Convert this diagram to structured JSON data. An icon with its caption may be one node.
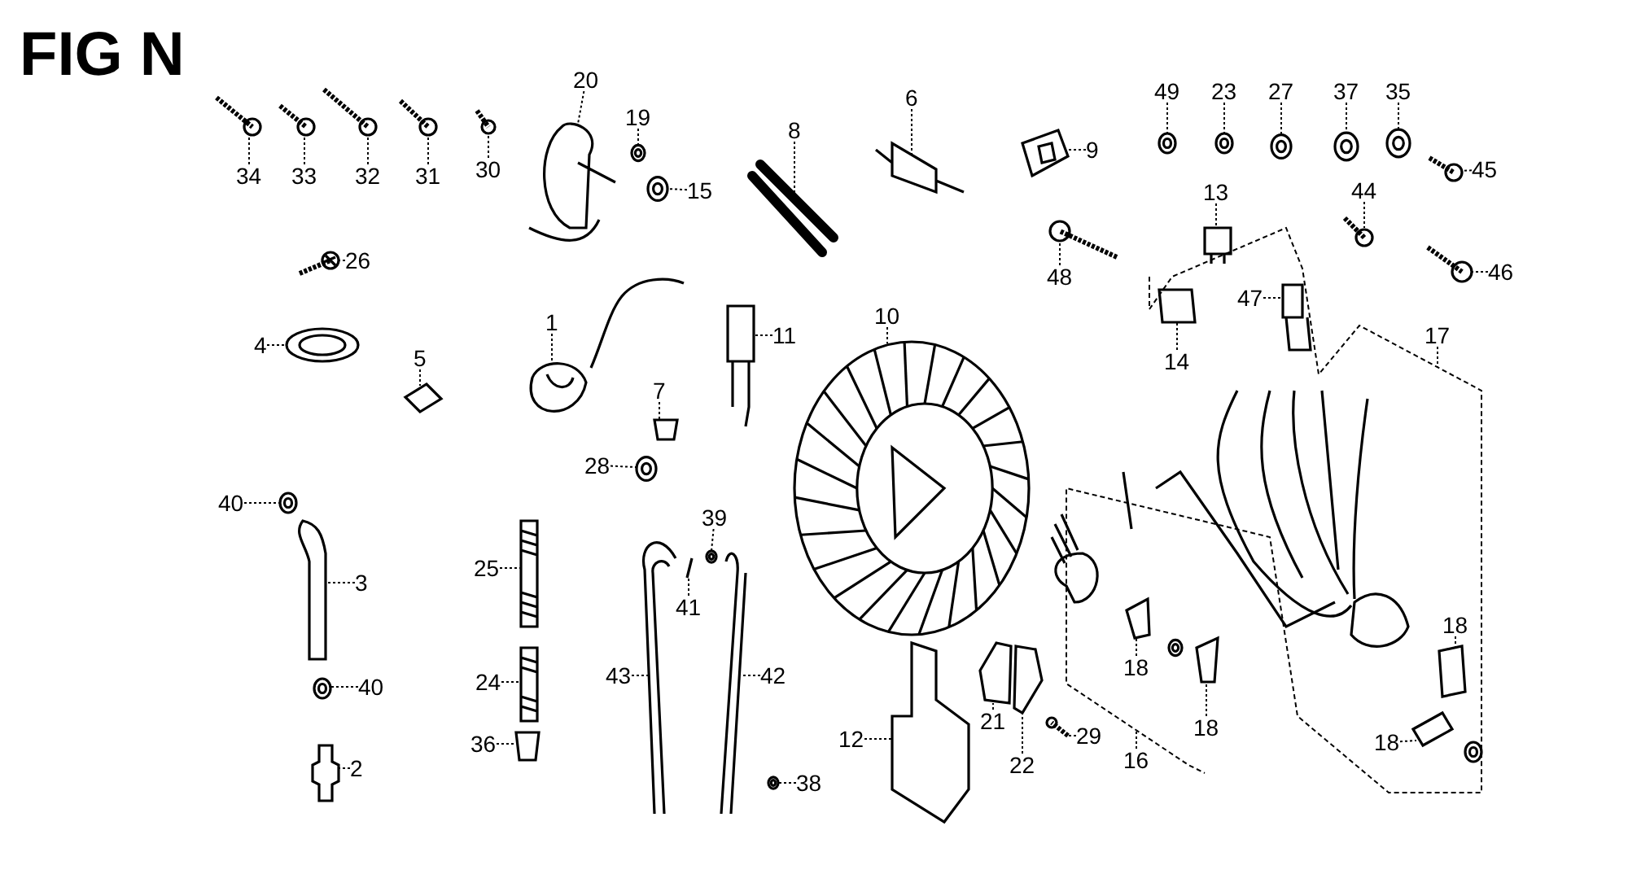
{
  "diagram": {
    "title": "FIG N",
    "nodes": [
      {
        "text": [
          "34"
        ]
      },
      {
        "text": [
          "33"
        ]
      },
      {
        "text": [
          "32"
        ]
      },
      {
        "text": [
          "31"
        ]
      },
      {
        "text": [
          "30"
        ]
      },
      {
        "text": [
          "20"
        ]
      },
      {
        "text": [
          "19"
        ]
      },
      {
        "text": [
          "15"
        ]
      },
      {
        "text": [
          "8"
        ]
      },
      {
        "text": [
          "6"
        ]
      },
      {
        "text": [
          "9"
        ]
      },
      {
        "text": [
          "49"
        ]
      },
      {
        "text": [
          "23"
        ]
      },
      {
        "text": [
          "27"
        ]
      },
      {
        "text": [
          "37"
        ]
      },
      {
        "text": [
          "35"
        ]
      },
      {
        "text": [
          "45"
        ]
      },
      {
        "text": [
          "13"
        ]
      },
      {
        "text": [
          "44"
        ]
      },
      {
        "text": [
          "48"
        ]
      },
      {
        "text": [
          "46"
        ]
      },
      {
        "text": [
          "26"
        ]
      },
      {
        "text": [
          "4"
        ]
      },
      {
        "text": [
          "5"
        ]
      },
      {
        "text": [
          "1"
        ]
      },
      {
        "text": [
          "11"
        ]
      },
      {
        "text": [
          "10"
        ]
      },
      {
        "text": [
          "47"
        ]
      },
      {
        "text": [
          "14"
        ]
      },
      {
        "text": [
          "17"
        ]
      },
      {
        "text": [
          "7"
        ]
      },
      {
        "text": [
          "28"
        ]
      },
      {
        "text": [
          "40"
        ]
      },
      {
        "text": [
          "3"
        ]
      },
      {
        "text": [
          "25"
        ]
      },
      {
        "text": [
          "39"
        ]
      },
      {
        "text": [
          "41"
        ]
      },
      {
        "text": [
          "43"
        ]
      },
      {
        "text": [
          "42"
        ]
      },
      {
        "text": [
          "40"
        ]
      },
      {
        "text": [
          "24"
        ]
      },
      {
        "text": [
          "36"
        ]
      },
      {
        "text": [
          "2"
        ]
      },
      {
        "text": [
          "38"
        ]
      },
      {
        "text": [
          "12"
        ]
      },
      {
        "text": [
          "21"
        ]
      },
      {
        "text": [
          "22"
        ]
      },
      {
        "text": [
          "29"
        ]
      },
      {
        "text": [
          "18"
        ]
      },
      {
        "text": [
          "16"
        ]
      },
      {
        "text": [
          "18"
        ]
      },
      {
        "text": [
          "18"
        ]
      },
      {
        "text": [
          "18"
        ]
      },
      {
        "text": [],
        "shape": "picture"
      },
      {
        "text": [],
        "shape": "picture"
      },
      {
        "text": [],
        "shape": "picture"
      },
      {
        "text": [],
        "shape": "picture"
      },
      {
        "text": [],
        "shape": "picture"
      },
      {
        "text": [],
        "shape": "picture"
      },
      {
        "text": [],
        "shape": "picture"
      },
      {
        "text": [],
        "shape": "picture"
      },
      {
        "text": [],
        "shape": "picture"
      },
      {
        "text": [],
        "shape": "picture"
      },
      {
        "text": [],
        "shape": "picture"
      },
      {
        "text": [],
        "shape": "picture"
      },
      {
        "text": [],
        "shape": "picture"
      },
      {
        "text": [],
        "shape": "picture"
      },
      {
        "text": [],
        "shape": "picture"
      },
      {
        "text": [],
        "shape": "picture"
      },
      {
        "text": [],
        "shape": "picture"
      },
      {
        "text": [],
        "shape": "picture"
      },
      {
        "text": [],
        "shape": "picture"
      },
      {
        "text": [],
        "shape": "picture"
      },
      {
        "text": [],
        "shape": "picture"
      },
      {
        "text": [],
        "shape": "picture"
      },
      {
        "text": [],
        "shape": "picture"
      },
      {
        "text": [],
        "shape": "picture"
      },
      {
        "text": [],
        "shape": "picture"
      },
      {
        "text": [],
        "shape": "picture"
      },
      {
        "text": [],
        "shape": "picture"
      },
      {
        "text": [],
        "shape": "picture"
      },
      {
        "text": [],
        "shape": "picture"
      },
      {
        "text": [],
        "shape": "picture"
      },
      {
        "text": [],
        "shape": "picture"
      },
      {
        "text": [],
        "shape": "picture"
      },
      {
        "text": [],
        "shape": "picture"
      },
      {
        "text": [],
        "shape": "picture"
      },
      {
        "text": [],
        "shape": "picture"
      },
      {
        "text": [],
        "shape": "picture"
      },
      {
        "text": [],
        "shape": "picture"
      },
      {
        "text": [],
        "shape": "picture"
      },
      {
        "text": [],
        "shape": "picture"
      },
      {
        "text": [],
        "shape": "picture"
      },
      {
        "text": [],
        "shape": "picture"
      },
      {
        "text": [],
        "shape": "picture"
      },
      {
        "text": [],
        "shape": "picture"
      },
      {
        "text": [],
        "shape": "picture"
      },
      {
        "text": [],
        "shape": "picture"
      },
      {
        "text": [],
        "shape": "picture"
      },
      {
        "text": [],
        "shape": "picture"
      },
      {
        "text": [],
        "shape": "picture"
      },
      {
        "text": [],
        "shape": "picture"
      },
      {
        "text": [],
        "shape": "picture"
      },
      {
        "text": [],
        "shape": "picture"
      }
    ],
    "edges": [
      {
        "from": 0,
        "to": 53,
        "arrow": "none"
      },
      {
        "from": 1,
        "to": 54,
        "arrow": "none"
      },
      {
        "from": 2,
        "to": 55,
        "arrow": "none"
      },
      {
        "from": 3,
        "to": 56,
        "arrow": "none"
      },
      {
        "from": 4,
        "to": 57,
        "arrow": "none"
      },
      {
        "from": 5,
        "to": 58,
        "arrow": "none"
      },
      {
        "from": 6,
        "to": 59,
        "arrow": "none"
      },
      {
        "from": 7,
        "to": 60,
        "arrow": "none"
      },
      {
        "from": 8,
        "to": 61,
        "arrow": "none"
      },
      {
        "from": 9,
        "to": 62,
        "arrow": "none"
      },
      {
        "from": 10,
        "to": 63,
        "arrow": "none"
      },
      {
        "from": 11,
        "to": 64,
        "arrow": "none"
      },
      {
        "from": 12,
        "to": 65,
        "arrow": "none"
      },
      {
        "from": 13,
        "to": 66,
        "arrow": "none"
      },
      {
        "from": 14,
        "to": 67,
        "arrow": "none"
      },
      {
        "from": 15,
        "to": 68,
        "arrow": "none"
      },
      {
        "from": 16,
        "to": 69,
        "arrow": "none"
      },
      {
        "from": 17,
        "to": 70,
        "arrow": "none"
      },
      {
        "from": 18,
        "to": 71,
        "arrow": "none"
      },
      {
        "from": 19,
        "to": 72,
        "arrow": "none"
      },
      {
        "from": 20,
        "to": 73,
        "arrow": "none"
      },
      {
        "from": 21,
        "to": 74,
        "arrow": "none"
      },
      {
        "from": 22,
        "to": 75,
        "arrow": "none"
      },
      {
        "from": 23,
        "to": 76,
        "arrow": "none"
      },
      {
        "from": 24,
        "to": 77,
        "arrow": "none"
      },
      {
        "from": 25,
        "to": 78,
        "arrow": "none"
      },
      {
        "from": 26,
        "to": 79,
        "arrow": "none"
      },
      {
        "from": 27,
        "to": 80,
        "arrow": "none"
      },
      {
        "from": 28,
        "to": 81,
        "arrow": "none"
      },
      {
        "from": 29,
        "to": null,
        "arrow": "none"
      },
      {
        "from": 30,
        "to": 82,
        "arrow": "none"
      },
      {
        "from": 31,
        "to": 83,
        "arrow": "none"
      },
      {
        "from": 32,
        "to": 84,
        "arrow": "none"
      },
      {
        "from": 33,
        "to": 85,
        "arrow": "none"
      },
      {
        "from": 34,
        "to": 86,
        "arrow": "none"
      },
      {
        "from": 35,
        "to": 87,
        "arrow": "none"
      },
      {
        "from": 36,
        "to": 88,
        "arrow": "none"
      },
      {
        "from": 37,
        "to": 89,
        "arrow": "none"
      },
      {
        "from": 38,
        "to": 90,
        "arrow": "none"
      },
      {
        "from": 39,
        "to": 91,
        "arrow": "none"
      },
      {
        "from": 40,
        "to": 92,
        "arrow": "none"
      },
      {
        "from": 41,
        "to": 93,
        "arrow": "none"
      },
      {
        "from": 42,
        "to": 94,
        "arrow": "none"
      },
      {
        "from": 43,
        "to": 95,
        "arrow": "none"
      },
      {
        "from": 44,
        "to": 96,
        "arrow": "none"
      },
      {
        "from": 45,
        "to": 97,
        "arrow": "none"
      },
      {
        "from": 46,
        "to": 98,
        "arrow": "none"
      },
      {
        "from": 47,
        "to": 99,
        "arrow": "none"
      },
      {
        "from": 48,
        "to": 100,
        "arrow": "none"
      },
      {
        "from": 49,
        "to": null,
        "arrow": "none"
      },
      {
        "from": 50,
        "to": 101,
        "arrow": "none"
      },
      {
        "from": 51,
        "to": 102,
        "arrow": "none"
      },
      {
        "from": 52,
        "to": 103,
        "arrow": "none"
      }
    ]
  }
}
